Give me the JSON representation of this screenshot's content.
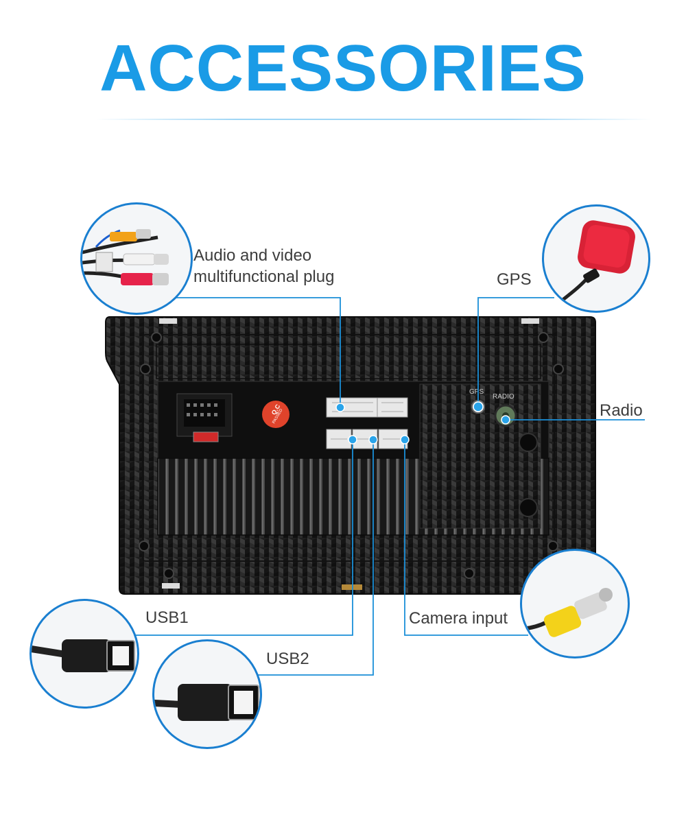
{
  "page": {
    "title": "ACCESSORIES"
  },
  "callouts": {
    "av_plug": {
      "line1": "Audio and video",
      "line2": "multifunctional plug"
    },
    "gps": "GPS",
    "radio": "Radio",
    "usb1": "USB1",
    "usb2": "USB2",
    "camera": "Camera input"
  },
  "device": {
    "qc_sticker_top": "Q.C",
    "qc_sticker_bottom": "PASSED",
    "port_gps": "GPS",
    "port_radio": "RADIO"
  },
  "colors": {
    "title_blue": "#1a9be6",
    "callout_line": "#1a8fd8",
    "marker": "#2aa4ea",
    "chassis": "#222222"
  }
}
